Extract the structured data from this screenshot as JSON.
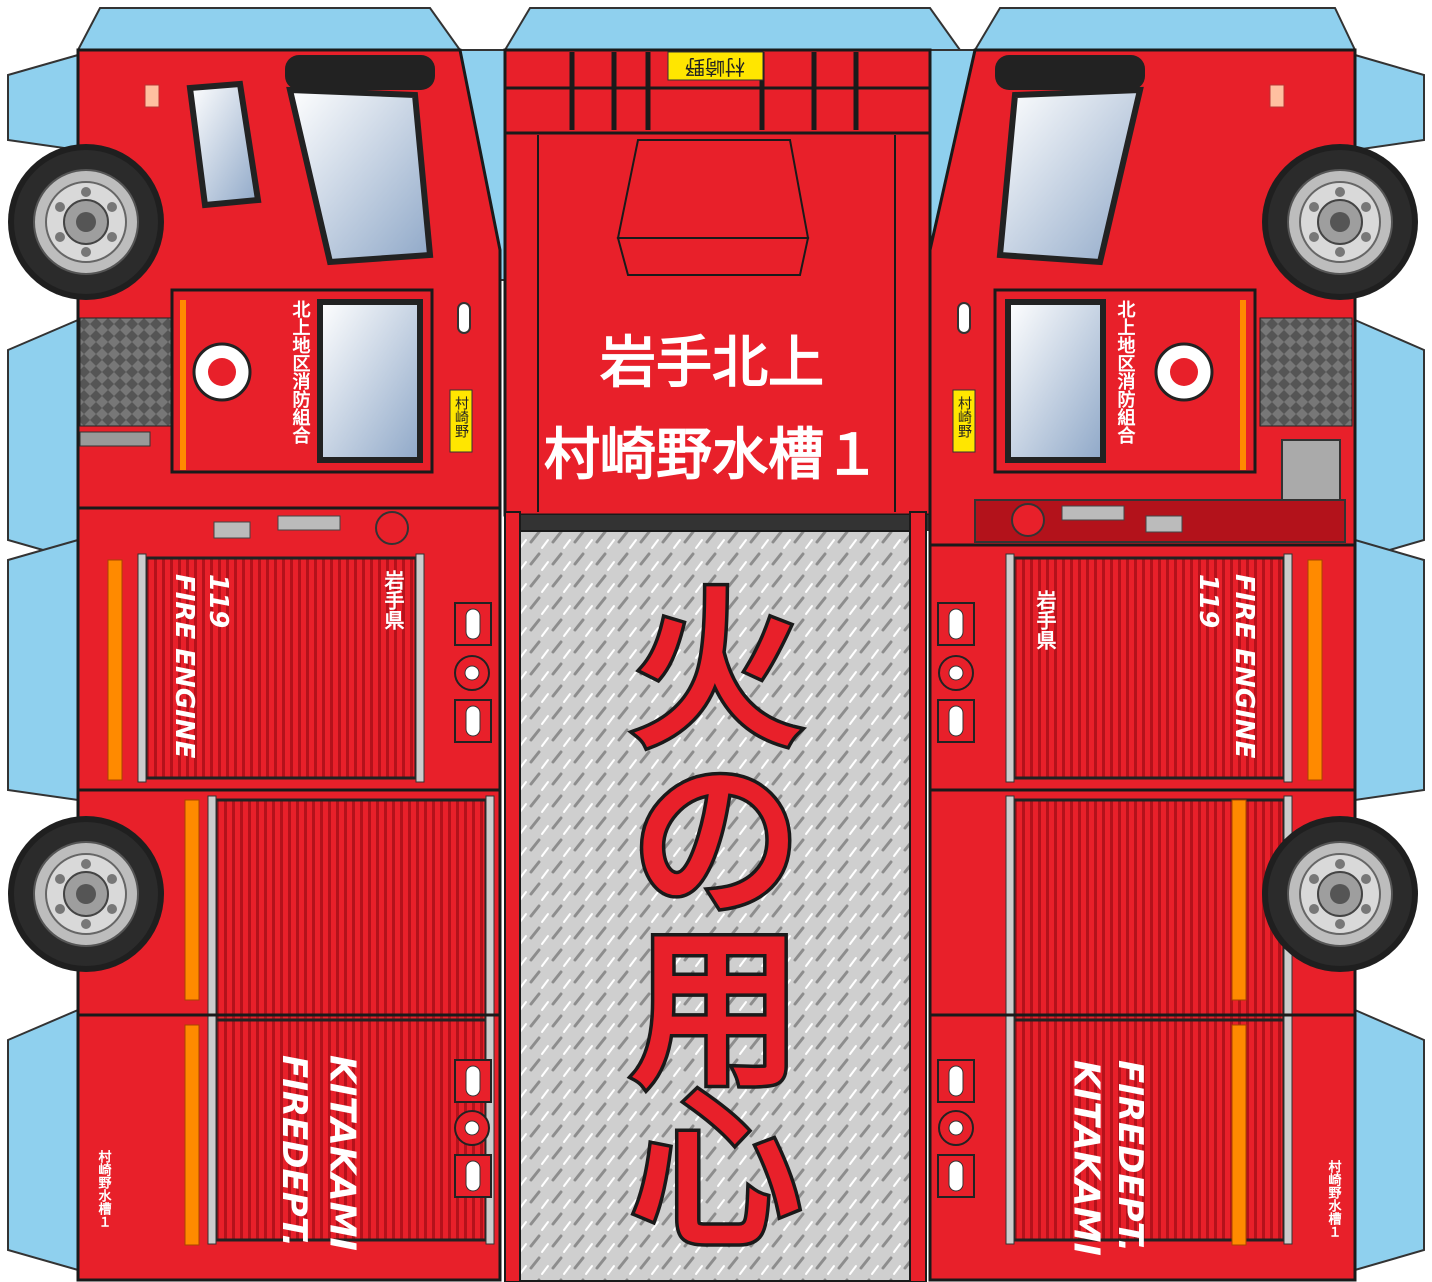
{
  "center_panel": {
    "line1": "岩手北上",
    "line2": "村崎野水槽１",
    "big_chars": [
      "火",
      "の",
      "用",
      "心"
    ],
    "roof_plate": "村崎野"
  },
  "left_side": {
    "door_text": "北上地区消防組合",
    "plate": "村崎野",
    "prefecture": "岩手県",
    "stripe1": "119",
    "stripe2": "FIRE ENGINE",
    "kitakami": "KITAKAMI",
    "firedept": "FIREDEPT.",
    "small": "村崎野水槽１"
  },
  "right_side": {
    "door_text": "北上地区消防組合",
    "plate": "村崎野",
    "prefecture": "岩手県",
    "stripe1": "119",
    "stripe2": "FIRE ENGINE",
    "kitakami": "KITAKAMI",
    "firedept": "FIREDEPT.",
    "small": "村崎野水槽１"
  },
  "colors": {
    "body_red": "#e8202a",
    "tab_blue": "#8fd0ee",
    "outline": "#1a1a1a",
    "plate_yellow": "#ffe600",
    "checker": "#c9c9c9",
    "white": "#ffffff"
  }
}
